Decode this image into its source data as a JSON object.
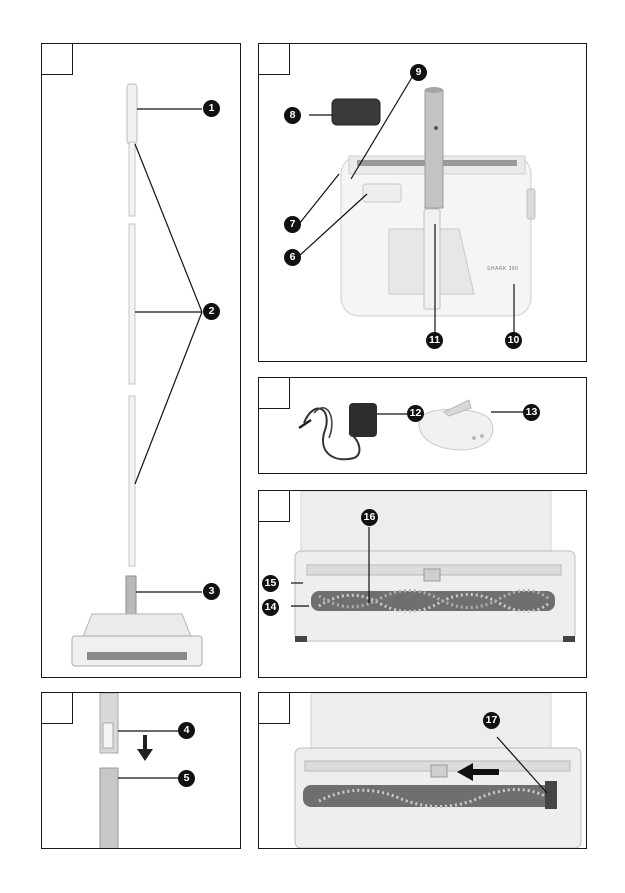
{
  "figures": [
    {
      "id": "figure-a",
      "callouts": [
        "1",
        "2",
        "3"
      ]
    },
    {
      "id": "figure-b",
      "callouts": [
        "6",
        "7",
        "8",
        "9",
        "10",
        "11"
      ],
      "brand_text": "SHARK 360"
    },
    {
      "id": "figure-c",
      "callouts": [
        "12",
        "13"
      ]
    },
    {
      "id": "figure-d",
      "callouts": [
        "14",
        "15",
        "16"
      ]
    },
    {
      "id": "figure-e",
      "callouts": [
        "4",
        "5"
      ]
    },
    {
      "id": "figure-f",
      "callouts": [
        "17"
      ]
    }
  ],
  "callouts": {
    "c1": "1",
    "c2": "2",
    "c3": "3",
    "c4": "4",
    "c5": "5",
    "c6": "6",
    "c7": "7",
    "c8": "8",
    "c9": "9",
    "c10": "10",
    "c11": "11",
    "c12": "12",
    "c13": "13",
    "c14": "14",
    "c15": "15",
    "c16": "16",
    "c17": "17"
  },
  "labels": {
    "brand": "SHARK 360"
  }
}
